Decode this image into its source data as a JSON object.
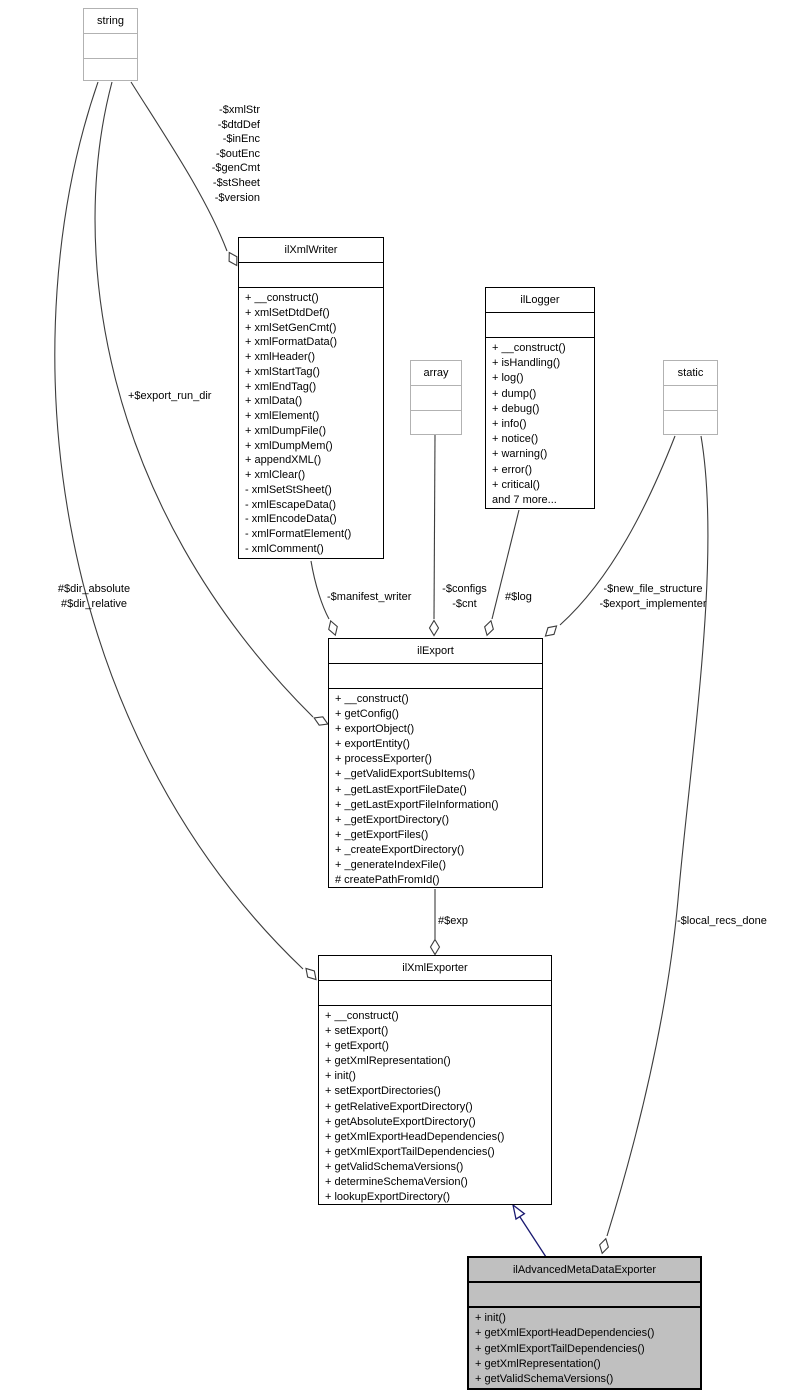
{
  "colors": {
    "edge": "#3c3c3c",
    "inheritance_edge": "#191970",
    "highlight_fill": "#c0c0c0",
    "muted_border": "#b2b2b2",
    "box_fill": "#ffffff"
  },
  "classes": {
    "string": {
      "name": "string"
    },
    "array": {
      "name": "array"
    },
    "static": {
      "name": "static"
    },
    "ilxmlwriter": {
      "name": "ilXmlWriter",
      "methods": [
        "+ __construct()",
        "+ xmlSetDtdDef()",
        "+ xmlSetGenCmt()",
        "+ xmlFormatData()",
        "+ xmlHeader()",
        "+ xmlStartTag()",
        "+ xmlEndTag()",
        "+ xmlData()",
        "+ xmlElement()",
        "+ xmlDumpFile()",
        "+ xmlDumpMem()",
        "+ appendXML()",
        "+ xmlClear()",
        "- xmlSetStSheet()",
        "- xmlEscapeData()",
        "- xmlEncodeData()",
        "- xmlFormatElement()",
        "- xmlComment()"
      ]
    },
    "illogger": {
      "name": "ilLogger",
      "methods": [
        "+ __construct()",
        "+ isHandling()",
        "+ log()",
        "+ dump()",
        "+ debug()",
        "+ info()",
        "+ notice()",
        "+ warning()",
        "+ error()",
        "+ critical()",
        "and 7 more..."
      ]
    },
    "ilexport": {
      "name": "ilExport",
      "methods": [
        "+ __construct()",
        "+ getConfig()",
        "+ exportObject()",
        "+ exportEntity()",
        "+ processExporter()",
        "+ _getValidExportSubItems()",
        "+ _getLastExportFileDate()",
        "+ _getLastExportFileInformation()",
        "+ _getExportDirectory()",
        "+ _getExportFiles()",
        "+ _createExportDirectory()",
        "+ _generateIndexFile()",
        "# createPathFromId()"
      ]
    },
    "ilxmlexporter": {
      "name": "ilXmlExporter",
      "methods": [
        "+ __construct()",
        "+ setExport()",
        "+ getExport()",
        "+ getXmlRepresentation()",
        "+ init()",
        "+ setExportDirectories()",
        "+ getRelativeExportDirectory()",
        "+ getAbsoluteExportDirectory()",
        "+ getXmlExportHeadDependencies()",
        "+ getXmlExportTailDependencies()",
        "+ getValidSchemaVersions()",
        "+ determineSchemaVersion()",
        "+ lookupExportDirectory()"
      ]
    },
    "iladvancedmetadataexporter": {
      "name": "ilAdvancedMetaDataExporter",
      "methods": [
        "+ init()",
        "+ getXmlExportHeadDependencies()",
        "+ getXmlExportTailDependencies()",
        "+ getXmlRepresentation()",
        "+ getValidSchemaVersions()"
      ]
    }
  },
  "edge_labels": {
    "string_to_ilxmlwriter": [
      "-$xmlStr",
      "-$dtdDef",
      "-$inEnc",
      "-$outEnc",
      "-$genCmt",
      "-$stSheet",
      "-$version"
    ],
    "string_to_ilexport": [
      "+$export_run_dir"
    ],
    "string_to_ilxmlexporter": [
      "#$dir_absolute",
      "#$dir_relative"
    ],
    "ilxmlwriter_to_ilexport": [
      "-$manifest_writer"
    ],
    "array_to_ilexport": [
      "-$configs",
      "-$cnt"
    ],
    "illogger_to_ilexport": [
      "#$log"
    ],
    "static_to_ilexport": [
      "-$new_file_structure",
      "-$export_implementer"
    ],
    "ilexport_to_ilxmlexporter": [
      "#$exp"
    ],
    "static_to_iladvancedmetadataexporter": [
      "-$local_recs_done"
    ]
  }
}
